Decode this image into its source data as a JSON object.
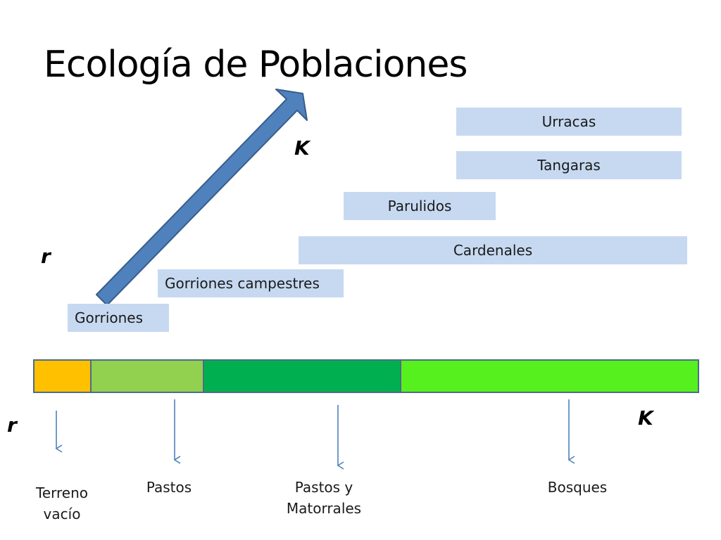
{
  "title": "Ecología de Poblaciones",
  "species": {
    "urracas": "Urracas",
    "tangaras": "Tangaras",
    "parulidos": "Parulidos",
    "cardenales": "Cardenales",
    "gorriones_campestres": "Gorriones campestres",
    "gorriones": "Gorriones"
  },
  "upper_axis": {
    "r": "r",
    "K": "K"
  },
  "lower_axis": {
    "r": "r",
    "K": "K"
  },
  "habitats": {
    "terreno_vacio_line1": "Terreno",
    "terreno_vacio_line2": "vacío",
    "pastos": "Pastos",
    "pastos_matorrales_line1": "Pastos y",
    "pastos_matorrales_line2": "Matorrales",
    "bosques": "Bosques"
  },
  "colors": {
    "species_box": "#c6d9f1",
    "arrow_fill": "#4f81bd",
    "arrow_stroke": "#385d8a",
    "segment_1": "#ffc000",
    "segment_2": "#92d050",
    "segment_3": "#00b050",
    "segment_4": "#56f01e",
    "pointer_arrows": "#4f81bd"
  }
}
